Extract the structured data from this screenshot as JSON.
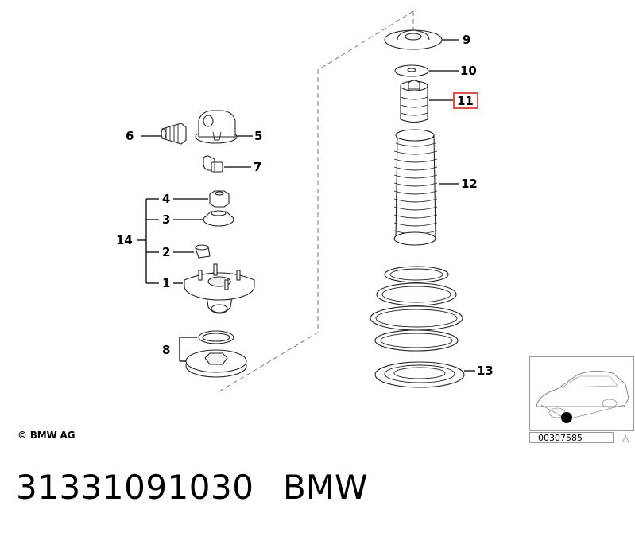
{
  "callouts": {
    "c1": "1",
    "c2": "2",
    "c3": "3",
    "c4": "4",
    "c5": "5",
    "c6": "6",
    "c7": "7",
    "c8": "8",
    "c9": "9",
    "c10": "10",
    "c11": "11",
    "c12": "12",
    "c13": "13",
    "c14": "14"
  },
  "highlight": {
    "part": "11",
    "color": "#d9534f"
  },
  "copyright": "© BMW AG",
  "thumbnail": {
    "code": "00307585"
  },
  "caption": {
    "part_number": "31331091030",
    "brand": "BMW"
  }
}
